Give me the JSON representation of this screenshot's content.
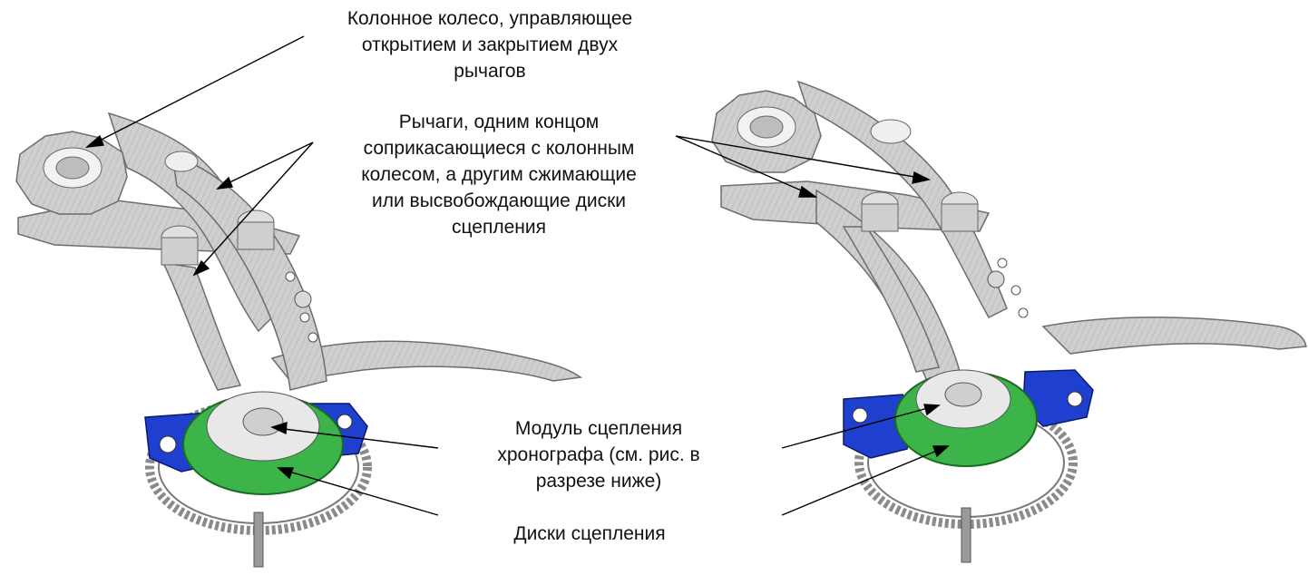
{
  "labels": {
    "column_wheel": "Колонное колесо, управляющее\nоткрытием и закрытием двух\nрычагов",
    "levers": "Рычаги, одним концом\nсоприкасающиеся с колонным\nколесом, а другим сжимающие\nили высвобождающие диски\nсцепления",
    "clutch_module": "Модуль сцепления\nхронографа (см. рис. в\nразрезе ниже)",
    "clutch_discs": "Диски сцепления"
  },
  "colors": {
    "metal": "#c9c9c9",
    "metal_dark": "#8c8c8c",
    "clutch_disc_green": "#3cb44a",
    "lever_blue": "#1f3fcf",
    "line": "#000000"
  }
}
